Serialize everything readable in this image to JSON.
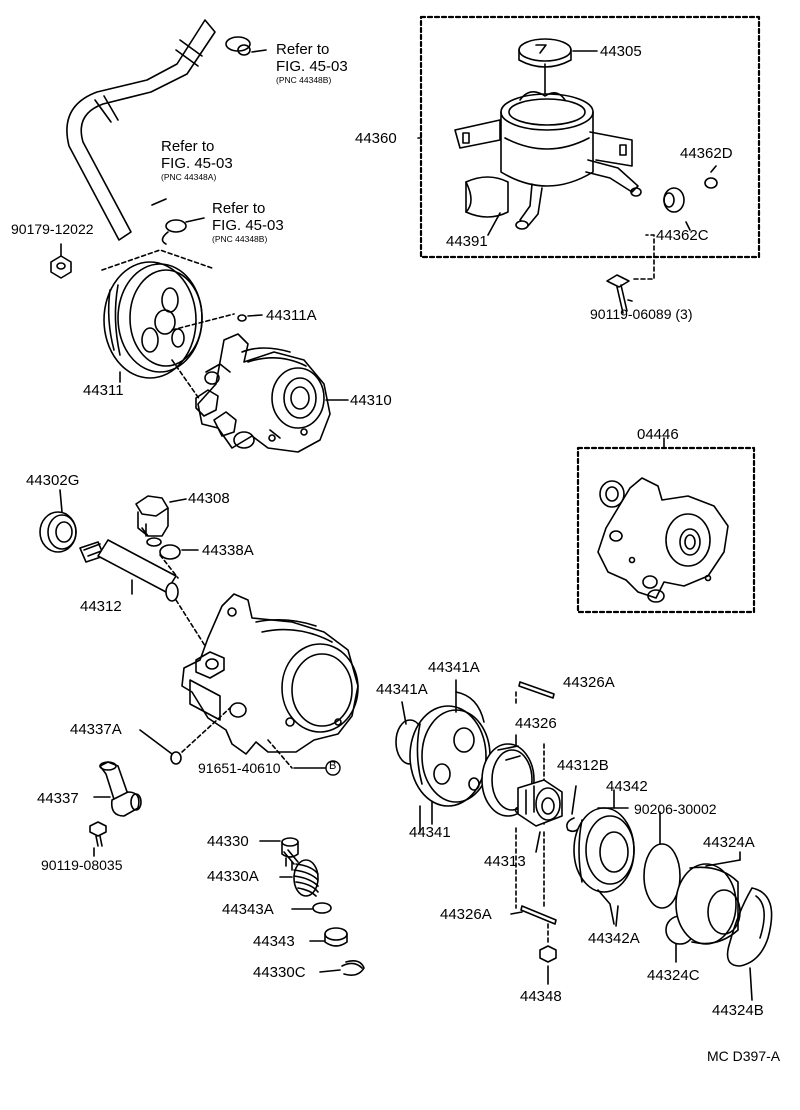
{
  "labels": {
    "p44305": "44305",
    "p44360": "44360",
    "p44362D": "44362D",
    "p44391": "44391",
    "p44362C": "44362C",
    "p90119_06089": "90119-06089 (3)",
    "p90179_12022": "90179-12022",
    "p44311A": "44311A",
    "p44311": "44311",
    "p44310": "44310",
    "p04446": "04446",
    "p44302G": "44302G",
    "p44308": "44308",
    "p44338A": "44338A",
    "p44312": "44312",
    "p44337A": "44337A",
    "p91651_40610": "91651-40610",
    "p44337": "44337",
    "p90119_08035": "90119-08035",
    "p44330": "44330",
    "p44330A": "44330A",
    "p44343A": "44343A",
    "p44343": "44343",
    "p44330C": "44330C",
    "p44341A_top": "44341A",
    "p44341A_left": "44341A",
    "p44326A_top": "44326A",
    "p44326": "44326",
    "p44312B": "44312B",
    "p44342": "44342",
    "p90206_30002": "90206-30002",
    "p44324A": "44324A",
    "p44341": "44341",
    "p44313": "44313",
    "p44326A_bottom": "44326A",
    "p44342A": "44342A",
    "p44324C": "44324C",
    "p44348": "44348",
    "p44324B": "44324B"
  },
  "refs": {
    "ref1": {
      "line1": "Refer to",
      "line2": "FIG. 45-03",
      "pnc": "(PNC 44348B)"
    },
    "ref2": {
      "line1": "Refer to",
      "line2": "FIG. 45-03",
      "pnc": "(PNC 44348A)"
    },
    "ref3": {
      "line1": "Refer to",
      "line2": "FIG. 45-03",
      "pnc": "(PNC 44348B)"
    }
  },
  "marker_b": "B",
  "diagram_code": "MC D397-A"
}
